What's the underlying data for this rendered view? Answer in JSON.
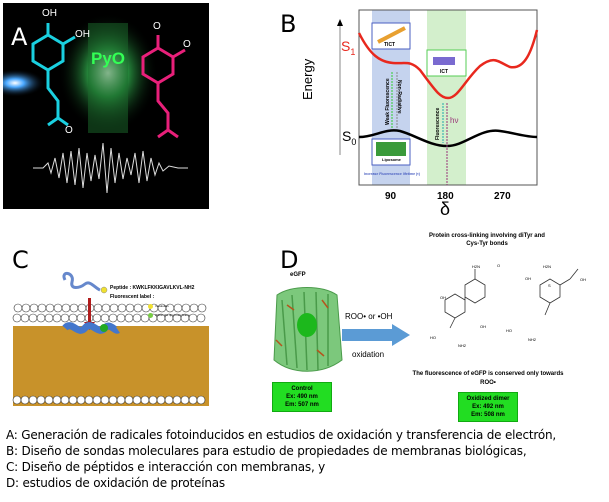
{
  "panels": {
    "a": {
      "label": "A",
      "pyo": "PyO",
      "oh1": "OH",
      "oh2": "OH",
      "o1": "O",
      "o2": "O",
      "o_dot": "O"
    },
    "b": {
      "label": "B",
      "ylabel": "Energy",
      "xlabel": "δ",
      "s1": "S1",
      "s0": "S0",
      "ticks": [
        "90",
        "180",
        "270"
      ],
      "tict": "TICT",
      "ict": "ICT",
      "weak": "Weak Fluorescence",
      "nonrad": "Non-Radiative",
      "fluor": "Fluorescence",
      "hv": "hν",
      "liposome": "Liposome",
      "lifetime": "Increase Fluorescence lifetime (τ)"
    },
    "c": {
      "label": "C",
      "peptide": "Peptide : KWKLFKKIGAVLKVL-NH2",
      "flabel": "Fluorescent label :",
      "in_solution": "In solution",
      "in_membrane": "Within the lipid membrane"
    },
    "d": {
      "label": "D",
      "egfp": "eGFP",
      "title": "Protein cross-linking involving diTyr and Cys-Tyr bonds",
      "reagent": "ROO• or •OH",
      "oxidation": "oxidation",
      "control": [
        "Control",
        "Ex: 490 nm",
        "Em: 507 nm"
      ],
      "dimer": [
        "Oxidized dimer",
        "Ex: 492 nm",
        "Em: 508 nm"
      ],
      "conclusion": "The fluorescence of eGFP is conserved only towards ROO•",
      "chem": {
        "h2n": "H2N",
        "o": "O",
        "oh": "OH",
        "ho": "HO",
        "nh2": "NH2",
        "s": "S"
      }
    }
  },
  "caption": [
    "A: Generación de radicales fotoinducidos en estudios de oxidación y transferencia de electrón,",
    "B: Diseño de sondas moleculares para estudio de propiedades de membranas biológicas,",
    "C: Diseño de péptidos e interacción con membranas, y",
    "D: estudios de oxidación de proteínas"
  ],
  "colors": {
    "s1": "#e8281e",
    "s0": "#000000",
    "tict_band": "#c5d3ee",
    "ict_band": "#d3efcc",
    "gfp": "#22dd22",
    "arrow": "#5b9bd5"
  }
}
